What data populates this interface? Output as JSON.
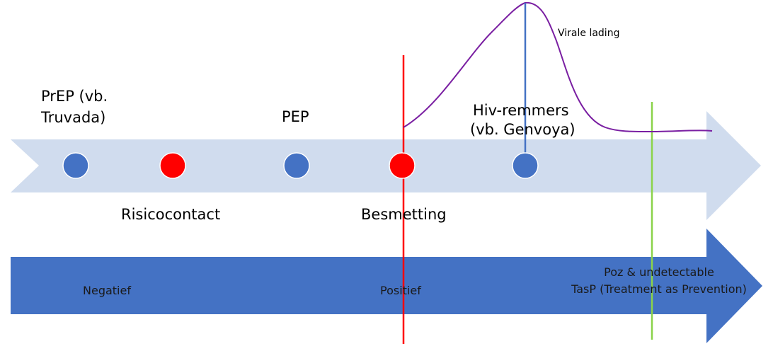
{
  "colors": {
    "upper_arrow": "#d0dcee",
    "lower_arrow": "#4472c4",
    "blue_dot": "#4472c4",
    "red_dot": "#ff0000",
    "red_line": "#ff0000",
    "green_line": "#8bd34a",
    "blue_line": "#4472c4",
    "viral_curve": "#7a1fa2"
  },
  "upper_timeline": {
    "labels": {
      "prep_line1": "PrEP (vb.",
      "prep_line2": "Truvada)",
      "pep": "PEP",
      "hiv_line1": "Hiv-remmers",
      "hiv_line2": "(vb. Genvoya)",
      "risicocontact": "Risicocontact",
      "besmetting": "Besmetting"
    },
    "dots": [
      "blue",
      "red",
      "blue",
      "red",
      "blue"
    ]
  },
  "viral_load": {
    "label": "Virale lading"
  },
  "lower_timeline": {
    "negatief": "Negatief",
    "positief": "Positief",
    "tasp_line1": "Poz & undetectable",
    "tasp_line2": "TasP (Treatment as Prevention)"
  }
}
